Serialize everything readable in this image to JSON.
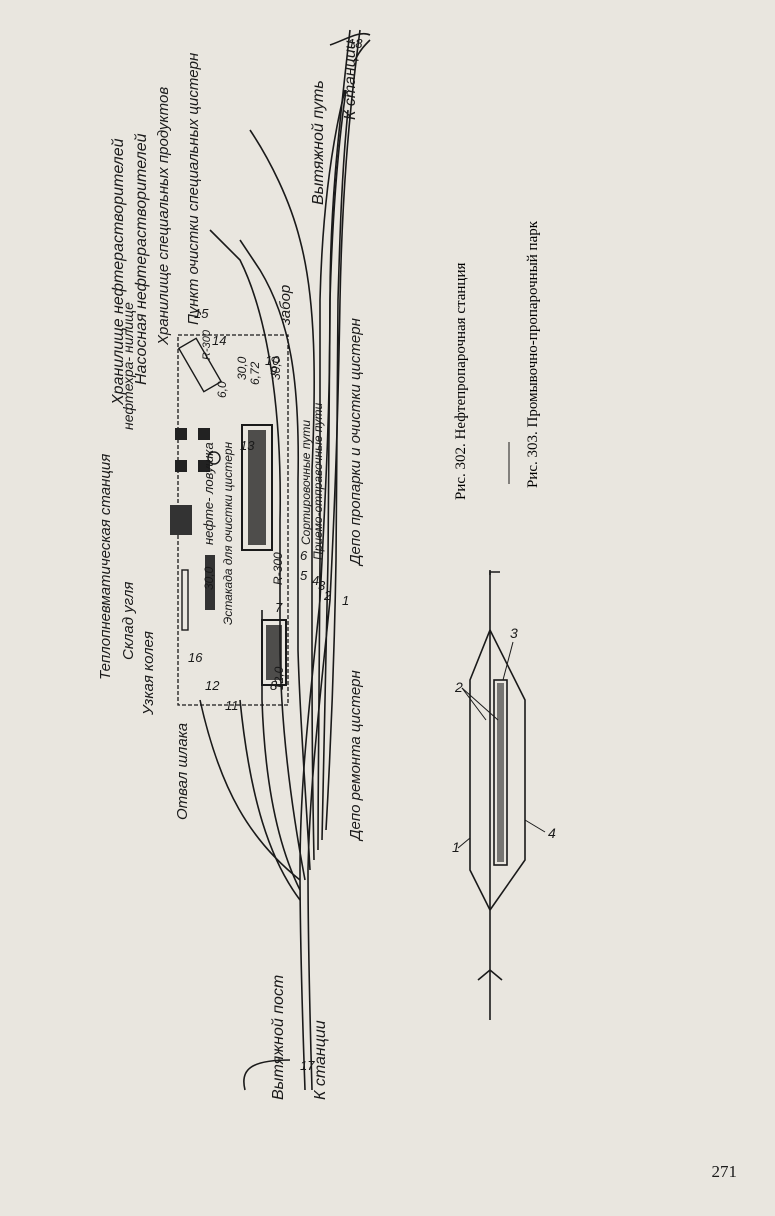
{
  "figure302": {
    "caption": "Рис. 302. Нефтепропарочная станция",
    "labels": {
      "vytyazhnoy_post": "Вытяжной пост",
      "k_stantsii_left": "К станции",
      "otval_shlaka": "Отвал шлака",
      "uzkaya_koleya": "Узкая колея",
      "sklad_uglya": "Склад угля",
      "teplopnevmaticheskaya": "Теплопневматическая станция",
      "neftekhranilishche": "нефтехра- нилище",
      "nefte_lovushka": "нефте- ловушка",
      "khranilishche_neftrast": "Хранилище нефтерастворителей",
      "nasosnaya": "Насосная нефтерастворителей",
      "khranilishche_spets": "Хранилище специальных продуктов",
      "punkt_ochistki": "Пункт очистки специальных цистерн",
      "zabor": "забор",
      "estakada": "Эстакада для очистки цистерн",
      "depo_propari": "Депо пропарки и очистки цистерн",
      "depo_remonta": "Депо ремонта цистерн",
      "sortirovochnye": "Сортировочные пути",
      "priemo_otpravochnye": "Приемо-отправочные пути",
      "vytyazhnoy_put": "Вытяжной путь",
      "k_stantsii_right": "К станции",
      "track_numbers": [
        "1",
        "2",
        "3",
        "4",
        "5",
        "6",
        "7",
        "8",
        "9",
        "10",
        "11",
        "12",
        "13",
        "14",
        "15",
        "16",
        "17",
        "18"
      ],
      "dim_30_0_a": "30,0",
      "dim_30_0_b": "30,0",
      "dim_30_0_c": "30,0",
      "dim_12_0": "12,0",
      "dim_6_72": "6,72",
      "dim_6_0": "6,0",
      "r_300": "R-300",
      "r_300_b": "R-300"
    }
  },
  "figure303": {
    "caption": "Рис. 303. Промывочно-пропарочный парк",
    "labels": [
      "1",
      "2",
      "3",
      "4"
    ]
  },
  "page_number": "271"
}
